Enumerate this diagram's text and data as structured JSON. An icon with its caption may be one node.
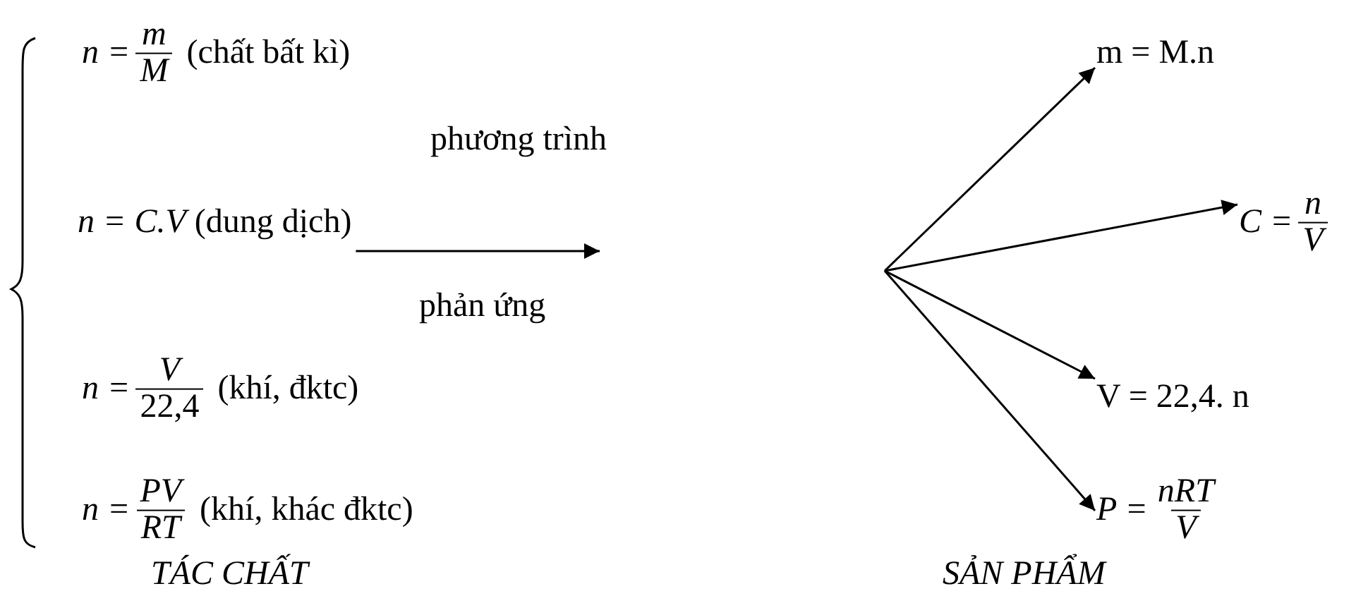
{
  "diagram": {
    "nodes": [
      {
        "text": [
          "n =",
          "m",
          "M",
          "(chất bất kì)"
        ]
      },
      {
        "text": [
          "n = C.V",
          "(dung dịch)"
        ]
      },
      {
        "text": [
          "n =",
          "V",
          "22,4",
          "(khí, đktc)"
        ]
      },
      {
        "text": [
          "n =",
          "PV",
          "RT",
          "(khí, khác đktc)"
        ]
      },
      {
        "text": [
          "m = M.n"
        ]
      },
      {
        "text": [
          "C =",
          "n",
          "V"
        ]
      },
      {
        "text": [
          "V = 22,4. n"
        ]
      },
      {
        "text": [
          "P =",
          "nRT",
          "V"
        ]
      }
    ],
    "edges": [
      {
        "from": 1,
        "to": null,
        "arrow": "to"
      },
      {
        "from": null,
        "to": 4,
        "arrow": "to"
      },
      {
        "from": null,
        "to": 5,
        "arrow": "to"
      },
      {
        "from": null,
        "to": 6,
        "arrow": "to"
      },
      {
        "from": null,
        "to": 7,
        "arrow": "to"
      }
    ],
    "labels": [
      "phương trình",
      "phản ứng",
      "TÁC CHẤT",
      "SẢN PHẨM"
    ]
  }
}
